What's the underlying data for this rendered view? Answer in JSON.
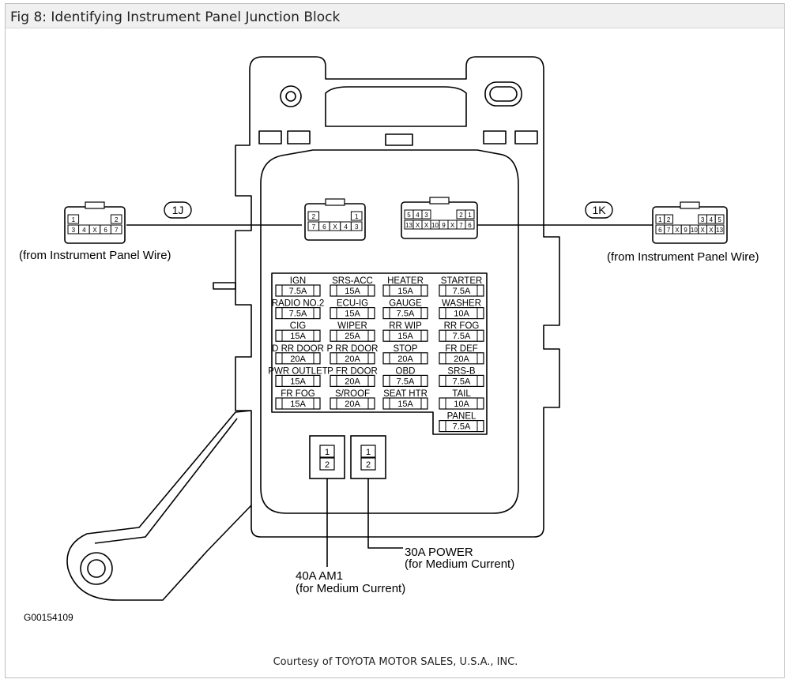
{
  "title": "Fig 8: Identifying Instrument Panel Junction Block",
  "credit": "Courtesy of TOYOTA MOTOR SALES, U.S.A., INC.",
  "figure_code": "G00154109",
  "connectors": {
    "c1j": {
      "id": "1J",
      "caption": "(from Instrument Panel Wire)",
      "top_pins": [
        "2",
        "1"
      ],
      "bottom_pins": [
        "7",
        "6",
        "X",
        "4",
        "3"
      ],
      "mate_top_pins": [
        "1",
        "2"
      ],
      "mate_bottom_pins": [
        "3",
        "4",
        "X",
        "6",
        "7"
      ]
    },
    "c1k": {
      "id": "1K",
      "caption": "(from Instrument Panel Wire)",
      "top_pins": [
        "5",
        "4",
        "3",
        "2",
        "1"
      ],
      "bottom_pins": [
        "13",
        "X",
        "X",
        "10",
        "9",
        "X",
        "7",
        "6"
      ],
      "mate_top_pins": [
        "1",
        "2",
        "3",
        "4",
        "5"
      ],
      "mate_bottom_pins": [
        "6",
        "7",
        "X",
        "9",
        "10",
        "X",
        "X",
        "13"
      ]
    }
  },
  "fuses": [
    [
      "IGN",
      "7.5A"
    ],
    [
      "SRS-ACC",
      "15A"
    ],
    [
      "HEATER",
      "15A"
    ],
    [
      "STARTER",
      "7.5A"
    ],
    [
      "RADIO NO.2",
      "7.5A"
    ],
    [
      "ECU-IG",
      "15A"
    ],
    [
      "GAUGE",
      "7.5A"
    ],
    [
      "WASHER",
      "10A"
    ],
    [
      "CIG",
      "15A"
    ],
    [
      "WIPER",
      "25A"
    ],
    [
      "RR WIP",
      "15A"
    ],
    [
      "RR FOG",
      "7.5A"
    ],
    [
      "D RR DOOR",
      "20A"
    ],
    [
      "P RR DOOR",
      "20A"
    ],
    [
      "STOP",
      "20A"
    ],
    [
      "FR DEF",
      "20A"
    ],
    [
      "PWR OUTLET",
      "15A"
    ],
    [
      "P FR DOOR",
      "20A"
    ],
    [
      "OBD",
      "7.5A"
    ],
    [
      "SRS-B",
      "7.5A"
    ],
    [
      "FR FOG",
      "15A"
    ],
    [
      "S/ROOF",
      "20A"
    ],
    [
      "SEAT HTR",
      "15A"
    ],
    [
      "TAIL",
      "10A"
    ],
    [
      "PANEL",
      "7.5A"
    ]
  ],
  "relays": [
    {
      "pins": [
        "1",
        "2"
      ]
    },
    {
      "pins": [
        "1",
        "2"
      ]
    }
  ],
  "callouts": {
    "am1_line1": "40A AM1",
    "am1_line2": "(for Medium Current)",
    "power_line1": "30A POWER",
    "power_line2": "(for Medium Current)"
  }
}
